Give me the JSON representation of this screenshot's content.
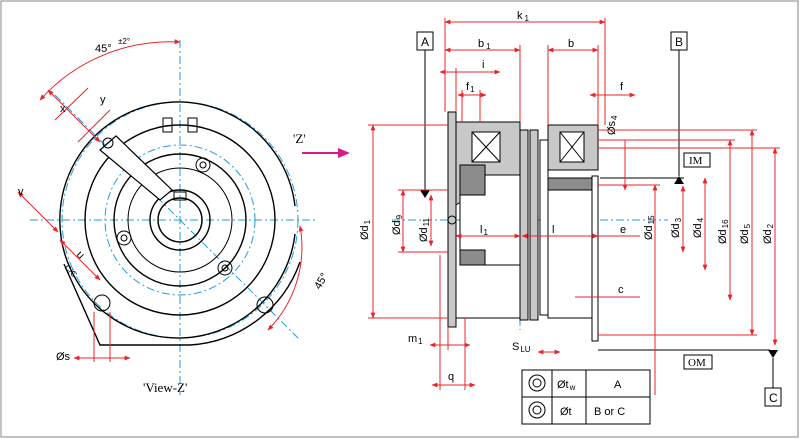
{
  "colors": {
    "dimension": "#e8242a",
    "centerline": "#1f9fd8",
    "outline": "#000000",
    "section_fill": "#c8c8c8"
  },
  "view_label": "'View-Z'",
  "z_arrow_label": "'Z'",
  "left_view": {
    "angle_top": "45°",
    "angle_top_tol": "±2°",
    "angle_right": "45°",
    "x": "x",
    "y": "y",
    "v": "v",
    "u": "u",
    "c": "C/C",
    "os": "Øs"
  },
  "section_view": {
    "datums": {
      "a": "A",
      "b": "B",
      "c": "C"
    },
    "im": "IM",
    "om": "OM",
    "k1": {
      "main": "k",
      "sub": "1"
    },
    "b1": {
      "main": "b",
      "sub": "1"
    },
    "b": "b",
    "i": "i",
    "f1": {
      "main": "f",
      "sub": "1"
    },
    "f": "f",
    "s4": {
      "main": "Øs",
      "sub": "4"
    },
    "d1": {
      "main": "Ød",
      "sub": "1"
    },
    "d9": {
      "main": "Ød",
      "sub": "9"
    },
    "d11": {
      "main": "Ød",
      "sub": "11"
    },
    "l1": {
      "main": "l",
      "sub": "1"
    },
    "l": "l",
    "e": "e",
    "d15": {
      "main": "Ød",
      "sub": "15"
    },
    "d3": {
      "main": "Ød",
      "sub": "3"
    },
    "d4": {
      "main": "Ød",
      "sub": "4"
    },
    "d16": {
      "main": "Ød",
      "sub": "16"
    },
    "d5": {
      "main": "Ød",
      "sub": "5"
    },
    "d2": {
      "main": "Ød",
      "sub": "2"
    },
    "c": "c",
    "m1": {
      "main": "m",
      "sub": "1"
    },
    "slu": {
      "main": "S",
      "sub": "LU"
    },
    "q": "q"
  },
  "tolerance_table": {
    "rows": [
      {
        "symbol": "Øt",
        "symbol_sub": "w",
        "ref": "A"
      },
      {
        "symbol": "Øt",
        "symbol_sub": "",
        "ref": "B or C"
      }
    ]
  }
}
